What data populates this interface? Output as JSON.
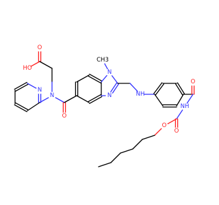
{
  "molecule": {
    "bond_color": "#000000",
    "nitrogen_color": "#3333ff",
    "oxygen_color": "#ff2020",
    "atom_labels": {
      "hydroxyl": "HO",
      "acid_carbonyl_o": "O",
      "amide_n": "N",
      "pyridine_n": "N",
      "amide_o": "O",
      "n_methyl_n": "N",
      "methyl": "CH3",
      "imidazole_n": "N",
      "amine_nh": "NH",
      "carbonyl_o": "O",
      "carbamate_nh": "NH",
      "carbamate_co": "O",
      "ester_o": "O"
    }
  }
}
